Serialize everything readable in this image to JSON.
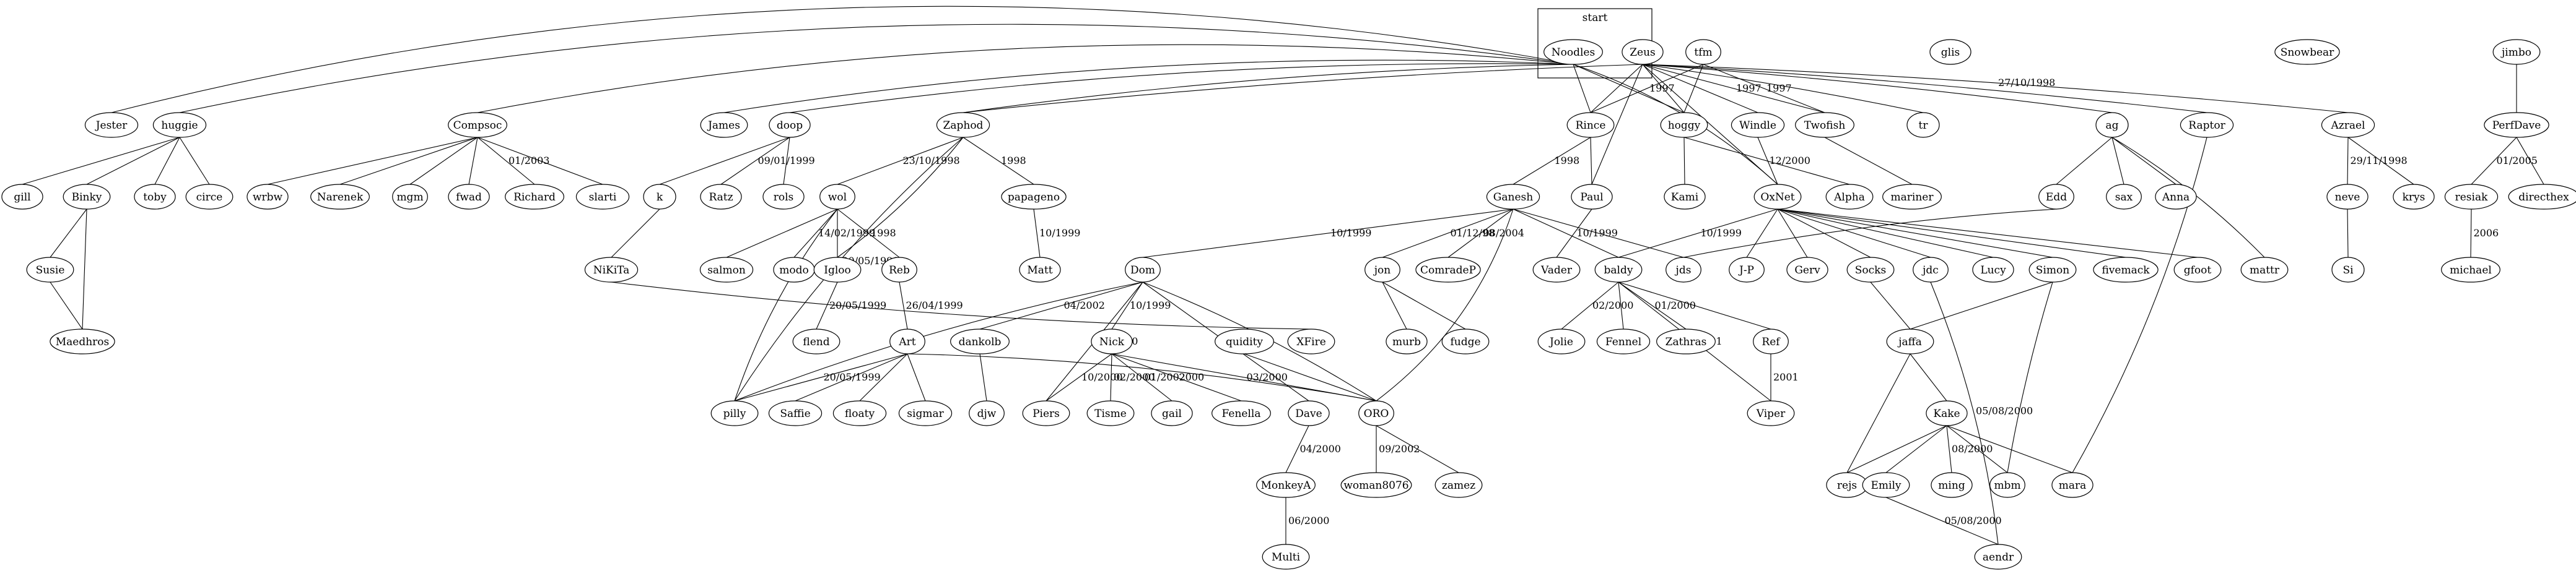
{
  "cluster": {
    "label": "start",
    "members": [
      "Noodles",
      "Zeus",
      "tfm"
    ]
  },
  "nodes": [
    "start",
    "Noodles",
    "Zeus",
    "tfm",
    "glis",
    "Snowbear",
    "jimbo",
    "Jester",
    "huggie",
    "Compsoc",
    "James",
    "doop",
    "Zaphod",
    "Rince",
    "hoggy",
    "Windle",
    "Twofish",
    "tr",
    "ag",
    "Raptor",
    "Azrael",
    "PerfDave",
    "gill",
    "Binky",
    "toby",
    "circe",
    "wrbw",
    "Narenek",
    "mgm",
    "fwad",
    "Richard",
    "slarti",
    "k",
    "Ratz",
    "rols",
    "wol",
    "papageno",
    "Paul",
    "Kami",
    "Alpha",
    "mariner",
    "Edd",
    "sax",
    "Anna",
    "neve",
    "krys",
    "resiak",
    "directhex",
    "Susie",
    "Maedhros",
    "NiKiTa",
    "salmon",
    "modo",
    "Igloo",
    "Reb",
    "Matt",
    "Ganesh",
    "jon",
    "ComradeP",
    "Vader",
    "jds",
    "J-P",
    "Gerv",
    "Socks",
    "jdc",
    "Lucy",
    "Simon",
    "fivemack",
    "gfoot",
    "mattr",
    "Si",
    "michael",
    "OxNet",
    "flend",
    "Art",
    "Dom",
    "dankolb",
    "Nick",
    "quidity",
    "XFire",
    "murb",
    "fudge",
    "baldy",
    "Jolie",
    "Fennel",
    "Zathras",
    "Ref",
    "jaffa",
    "pilly",
    "Saffie",
    "floaty",
    "sigmar",
    "djw",
    "Piers",
    "Tisme",
    "gail",
    "Fenella",
    "Dave",
    "ORO",
    "Viper",
    "Kake",
    "rejs",
    "Emily",
    "ming",
    "mbm",
    "mara",
    "MonkeyA",
    "woman8076",
    "zamez",
    "Multi",
    "aendr"
  ],
  "edges": [
    {
      "from": "Noodles",
      "to": "Jester",
      "label": ""
    },
    {
      "from": "Noodles",
      "to": "huggie",
      "label": ""
    },
    {
      "from": "Noodles",
      "to": "Compsoc",
      "label": ""
    },
    {
      "from": "Noodles",
      "to": "James",
      "label": ""
    },
    {
      "from": "Noodles",
      "to": "doop",
      "label": ""
    },
    {
      "from": "Noodles",
      "to": "Zaphod",
      "label": ""
    },
    {
      "from": "Noodles",
      "to": "Rince",
      "label": ""
    },
    {
      "from": "Noodles",
      "to": "hoggy",
      "label": ""
    },
    {
      "from": "Noodles",
      "to": "OxNet",
      "label": ""
    },
    {
      "from": "Zeus",
      "to": "Zaphod",
      "label": ""
    },
    {
      "from": "Zeus",
      "to": "Rince",
      "label": ""
    },
    {
      "from": "Zeus",
      "to": "hoggy",
      "label": ""
    },
    {
      "from": "Zeus",
      "to": "Windle",
      "label": ""
    },
    {
      "from": "Zeus",
      "to": "Paul",
      "label": ""
    },
    {
      "from": "Zeus",
      "to": "OxNet",
      "label": ""
    },
    {
      "from": "Zeus",
      "to": "Twofish",
      "label": "1997"
    },
    {
      "from": "Zeus",
      "to": "tr",
      "label": ""
    },
    {
      "from": "Zeus",
      "to": "ag",
      "label": ""
    },
    {
      "from": "Zeus",
      "to": "Raptor",
      "label": ""
    },
    {
      "from": "Zeus",
      "to": "Azrael",
      "label": "27/10/1998"
    },
    {
      "from": "tfm",
      "to": "Rince",
      "label": "1997"
    },
    {
      "from": "tfm",
      "to": "hoggy",
      "label": ""
    },
    {
      "from": "tfm",
      "to": "Twofish",
      "label": "1997"
    },
    {
      "from": "jimbo",
      "to": "PerfDave",
      "label": ""
    },
    {
      "from": "huggie",
      "to": "gill",
      "label": ""
    },
    {
      "from": "huggie",
      "to": "Binky",
      "label": ""
    },
    {
      "from": "huggie",
      "to": "toby",
      "label": ""
    },
    {
      "from": "huggie",
      "to": "circe",
      "label": ""
    },
    {
      "from": "Compsoc",
      "to": "wrbw",
      "label": ""
    },
    {
      "from": "Compsoc",
      "to": "Narenek",
      "label": ""
    },
    {
      "from": "Compsoc",
      "to": "mgm",
      "label": ""
    },
    {
      "from": "Compsoc",
      "to": "fwad",
      "label": ""
    },
    {
      "from": "Compsoc",
      "to": "Richard",
      "label": "01/2003"
    },
    {
      "from": "Compsoc",
      "to": "slarti",
      "label": ""
    },
    {
      "from": "doop",
      "to": "k",
      "label": ""
    },
    {
      "from": "doop",
      "to": "Ratz",
      "label": "09/01/1999"
    },
    {
      "from": "doop",
      "to": "rols",
      "label": ""
    },
    {
      "from": "Zaphod",
      "to": "wol",
      "label": "23/10/1998"
    },
    {
      "from": "Zaphod",
      "to": "papageno",
      "label": "1998"
    },
    {
      "from": "Zaphod",
      "to": "Igloo",
      "label": ""
    },
    {
      "from": "Zaphod",
      "to": "pilly",
      "label": "20/05/1999"
    },
    {
      "from": "Rince",
      "to": "Ganesh",
      "label": "1998"
    },
    {
      "from": "Rince",
      "to": "Paul",
      "label": ""
    },
    {
      "from": "hoggy",
      "to": "Kami",
      "label": ""
    },
    {
      "from": "hoggy",
      "to": "Alpha",
      "label": "12/2000"
    },
    {
      "from": "Windle",
      "to": "OxNet",
      "label": ""
    },
    {
      "from": "Twofish",
      "to": "mariner",
      "label": ""
    },
    {
      "from": "ag",
      "to": "Edd",
      "label": ""
    },
    {
      "from": "ag",
      "to": "sax",
      "label": ""
    },
    {
      "from": "ag",
      "to": "Anna",
      "label": ""
    },
    {
      "from": "ag",
      "to": "mattr",
      "label": ""
    },
    {
      "from": "Raptor",
      "to": "mara",
      "label": ""
    },
    {
      "from": "Azrael",
      "to": "neve",
      "label": "29/11/1998"
    },
    {
      "from": "Azrael",
      "to": "krys",
      "label": ""
    },
    {
      "from": "PerfDave",
      "to": "resiak",
      "label": "01/2005"
    },
    {
      "from": "PerfDave",
      "to": "directhex",
      "label": ""
    },
    {
      "from": "Binky",
      "to": "Susie",
      "label": ""
    },
    {
      "from": "Binky",
      "to": "Maedhros",
      "label": ""
    },
    {
      "from": "Susie",
      "to": "Maedhros",
      "label": ""
    },
    {
      "from": "k",
      "to": "NiKiTa",
      "label": ""
    },
    {
      "from": "NiKiTa",
      "to": "XFire",
      "label": ""
    },
    {
      "from": "wol",
      "to": "salmon",
      "label": ""
    },
    {
      "from": "wol",
      "to": "modo",
      "label": "14/02/1999"
    },
    {
      "from": "wol",
      "to": "Igloo",
      "label": ""
    },
    {
      "from": "wol",
      "to": "Reb",
      "label": "1998"
    },
    {
      "from": "wol",
      "to": "pilly",
      "label": ""
    },
    {
      "from": "papageno",
      "to": "Matt",
      "label": "10/1999"
    },
    {
      "from": "Igloo",
      "to": "flend",
      "label": "20/05/1999"
    },
    {
      "from": "Reb",
      "to": "Art",
      "label": "26/04/1999"
    },
    {
      "from": "Ganesh",
      "to": "Dom",
      "label": "10/1999"
    },
    {
      "from": "Ganesh",
      "to": "jon",
      "label": "01/12/98"
    },
    {
      "from": "Ganesh",
      "to": "ComradeP",
      "label": "08/2004"
    },
    {
      "from": "Ganesh",
      "to": "baldy",
      "label": ""
    },
    {
      "from": "Ganesh",
      "to": "jds",
      "label": ""
    },
    {
      "from": "Ganesh",
      "to": "ORO",
      "label": ""
    },
    {
      "from": "Paul",
      "to": "Vader",
      "label": "10/1999"
    },
    {
      "from": "OxNet",
      "to": "baldy",
      "label": "10/1999"
    },
    {
      "from": "OxNet",
      "to": "J-P",
      "label": ""
    },
    {
      "from": "OxNet",
      "to": "Gerv",
      "label": ""
    },
    {
      "from": "OxNet",
      "to": "Socks",
      "label": ""
    },
    {
      "from": "OxNet",
      "to": "jdc",
      "label": ""
    },
    {
      "from": "OxNet",
      "to": "Lucy",
      "label": ""
    },
    {
      "from": "OxNet",
      "to": "Simon",
      "label": ""
    },
    {
      "from": "OxNet",
      "to": "fivemack",
      "label": ""
    },
    {
      "from": "OxNet",
      "to": "gfoot",
      "label": ""
    },
    {
      "from": "Edd",
      "to": "jds",
      "label": ""
    },
    {
      "from": "neve",
      "to": "Si",
      "label": ""
    },
    {
      "from": "resiak",
      "to": "michael",
      "label": "2006"
    },
    {
      "from": "Dom",
      "to": "dankolb",
      "label": "04/2002"
    },
    {
      "from": "Dom",
      "to": "Nick",
      "label": "10/1999"
    },
    {
      "from": "Dom",
      "to": "Piers",
      "label": "10/2000"
    },
    {
      "from": "Dom",
      "to": "Dave",
      "label": "03/2000"
    },
    {
      "from": "Dom",
      "to": "ORO",
      "label": ""
    },
    {
      "from": "Dom",
      "to": "pilly",
      "label": ""
    },
    {
      "from": "jon",
      "to": "murb",
      "label": ""
    },
    {
      "from": "jon",
      "to": "fudge",
      "label": ""
    },
    {
      "from": "baldy",
      "to": "Jolie",
      "label": "02/2000"
    },
    {
      "from": "baldy",
      "to": "Fennel",
      "label": ""
    },
    {
      "from": "baldy",
      "to": "Zathras",
      "label": "01/2000"
    },
    {
      "from": "baldy",
      "to": "Ref",
      "label": ""
    },
    {
      "from": "baldy",
      "to": "Viper",
      "label": "2001"
    },
    {
      "from": "Socks",
      "to": "jaffa",
      "label": ""
    },
    {
      "from": "Simon",
      "to": "jaffa",
      "label": ""
    },
    {
      "from": "Simon",
      "to": "mbm",
      "label": ""
    },
    {
      "from": "jdc",
      "to": "aendr",
      "label": "05/08/2000"
    },
    {
      "from": "Art",
      "to": "pilly",
      "label": "20/05/1999"
    },
    {
      "from": "Art",
      "to": "Saffie",
      "label": ""
    },
    {
      "from": "Art",
      "to": "floaty",
      "label": ""
    },
    {
      "from": "Art",
      "to": "sigmar",
      "label": ""
    },
    {
      "from": "Art",
      "to": "ORO",
      "label": ""
    },
    {
      "from": "dankolb",
      "to": "djw",
      "label": ""
    },
    {
      "from": "Nick",
      "to": "Piers",
      "label": "10/2000"
    },
    {
      "from": "Nick",
      "to": "Tisme",
      "label": "02/2000"
    },
    {
      "from": "Nick",
      "to": "gail",
      "label": "01/2002"
    },
    {
      "from": "Nick",
      "to": "Fenella",
      "label": "2000"
    },
    {
      "from": "Nick",
      "to": "ORO",
      "label": "03/2000"
    },
    {
      "from": "quidity",
      "to": "ORO",
      "label": ""
    },
    {
      "from": "Ref",
      "to": "Viper",
      "label": "2001"
    },
    {
      "from": "jaffa",
      "to": "rejs",
      "label": ""
    },
    {
      "from": "jaffa",
      "to": "Kake",
      "label": ""
    },
    {
      "from": "Dave",
      "to": "MonkeyA",
      "label": "04/2000"
    },
    {
      "from": "ORO",
      "to": "woman8076",
      "label": "09/2002"
    },
    {
      "from": "ORO",
      "to": "zamez",
      "label": ""
    },
    {
      "from": "Kake",
      "to": "rejs",
      "label": ""
    },
    {
      "from": "Kake",
      "to": "Emily",
      "label": ""
    },
    {
      "from": "Kake",
      "to": "ming",
      "label": "08/2000"
    },
    {
      "from": "Kake",
      "to": "mbm",
      "label": ""
    },
    {
      "from": "Kake",
      "to": "mara",
      "label": ""
    },
    {
      "from": "Emily",
      "to": "aendr",
      "label": "05/08/2000"
    },
    {
      "from": "MonkeyA",
      "to": "Multi",
      "label": "06/2000"
    }
  ]
}
